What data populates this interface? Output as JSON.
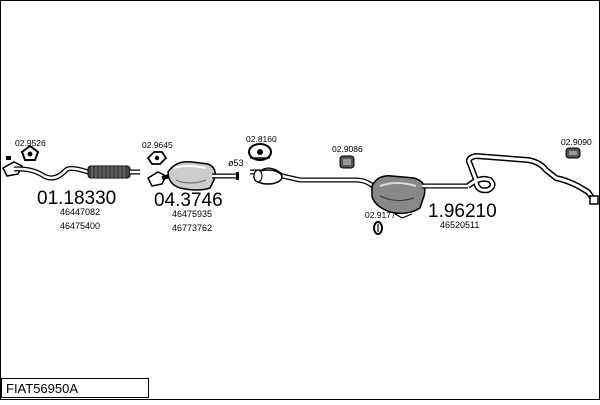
{
  "diagram_title": "FIAT56950A",
  "parts": [
    {
      "code": "01.18330",
      "oem": [
        "46447082",
        "46475400"
      ]
    },
    {
      "code": "04.3746",
      "oem": [
        "46475935",
        "46773762"
      ]
    },
    {
      "code": "1.96210",
      "oem": [
        "46520511"
      ]
    }
  ],
  "accessories": [
    {
      "code": "02.9526"
    },
    {
      "code": "02.9645"
    },
    {
      "code": "02.8160"
    },
    {
      "code": "02.9086"
    },
    {
      "code": "02.9177"
    },
    {
      "code": "02.9090"
    }
  ],
  "diameter_label": "ø53"
}
